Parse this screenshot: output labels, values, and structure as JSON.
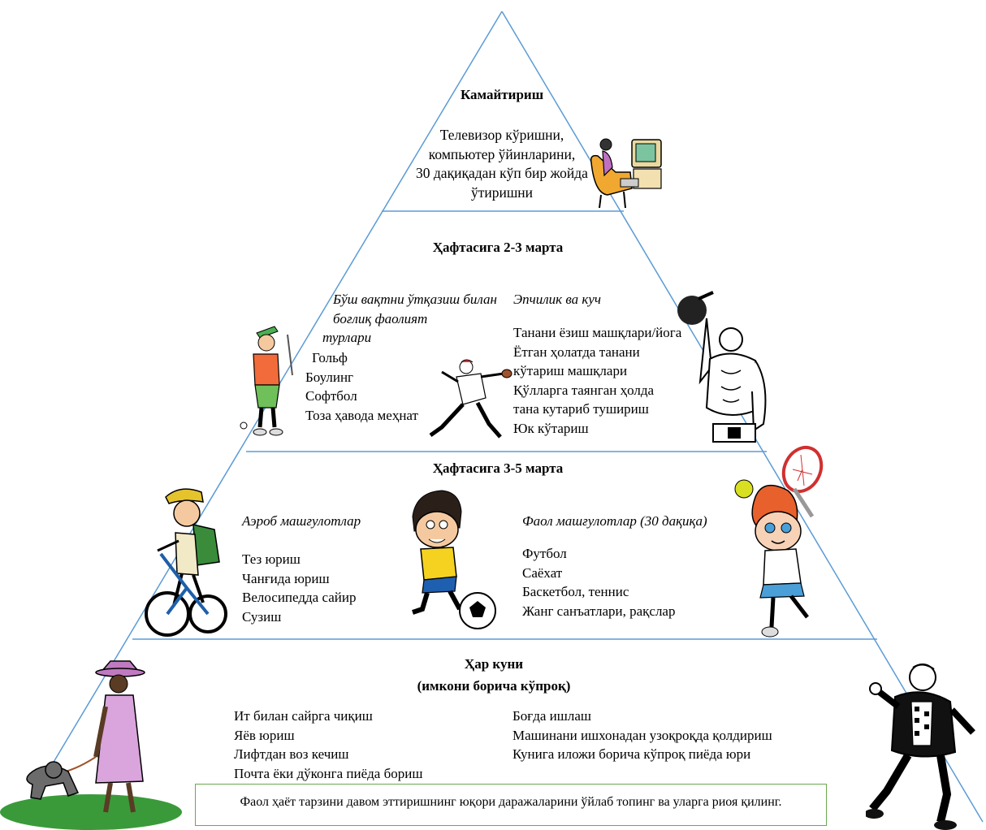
{
  "colors": {
    "pyramid_line": "#5b9bd5",
    "note_border": "#6aa84f"
  },
  "tier1": {
    "title": "Камайтириш",
    "lines": [
      "Телевизор кўришни,",
      "компьютер ўйинларини,",
      "30 дақиқадан кўп бир жойда",
      "ўтиришни"
    ]
  },
  "tier2": {
    "title": "Ҳафтасига 2-3 марта",
    "left_heading": [
      "Бўш вақтни ўтқазиш  билан",
      "боғлиқ фаолият",
      "турлари"
    ],
    "left_items": [
      "Гольф",
      "Боулинг",
      "Софтбол",
      "Тоза ҳавода меҳнат"
    ],
    "right_heading": "Эпчилик ва куч",
    "right_items": [
      "Танани ёзиш машқлари/йога",
      "Ётган ҳолатда танани",
      "кўтариш машқлари",
      "Қўлларга таянган ҳолда",
      "тана кутариб тушириш",
      "Юк кўтариш"
    ]
  },
  "tier3": {
    "title": "Ҳафтасига 3-5 марта",
    "left_heading": "Аэроб машғулотлар",
    "left_items": [
      "Тез юриш",
      "Чанғида юриш",
      "Велосипедда сайир",
      "Сузиш"
    ],
    "right_heading": "Фаол машғулотлар (30 дақиқа)",
    "right_items": [
      "Футбол",
      "Саёхат",
      "Баскетбол, теннис",
      "Жанг санъатлари, рақслар"
    ]
  },
  "tier4": {
    "title": [
      "Ҳар куни",
      "(имкони борича кўпроқ)"
    ],
    "left_items": [
      "Ит билан сайрга чиқиш",
      "Яёв юриш",
      "Лифтдан воз кечиш",
      "Почта ёки дўконга пиёда бориш"
    ],
    "right_items": [
      "Боғда ишлаш",
      "Машинани ишхонадан узоқроқда қолдириш",
      "Кунига иложи борича кўпроқ пиёда юри"
    ]
  },
  "note": "Фаол ҳаёт тарзини давом эттиришнинг юқори даражаларини ўйлаб топинг ва уларга риоя қилинг.",
  "icons": [
    "tv-watcher-icon",
    "golfer-icon",
    "baseball-pitcher-icon",
    "weightlifter-icon",
    "cyclist-icon",
    "soccer-boy-icon",
    "tennis-girl-icon",
    "dog-walker-icon",
    "walking-man-icon"
  ]
}
